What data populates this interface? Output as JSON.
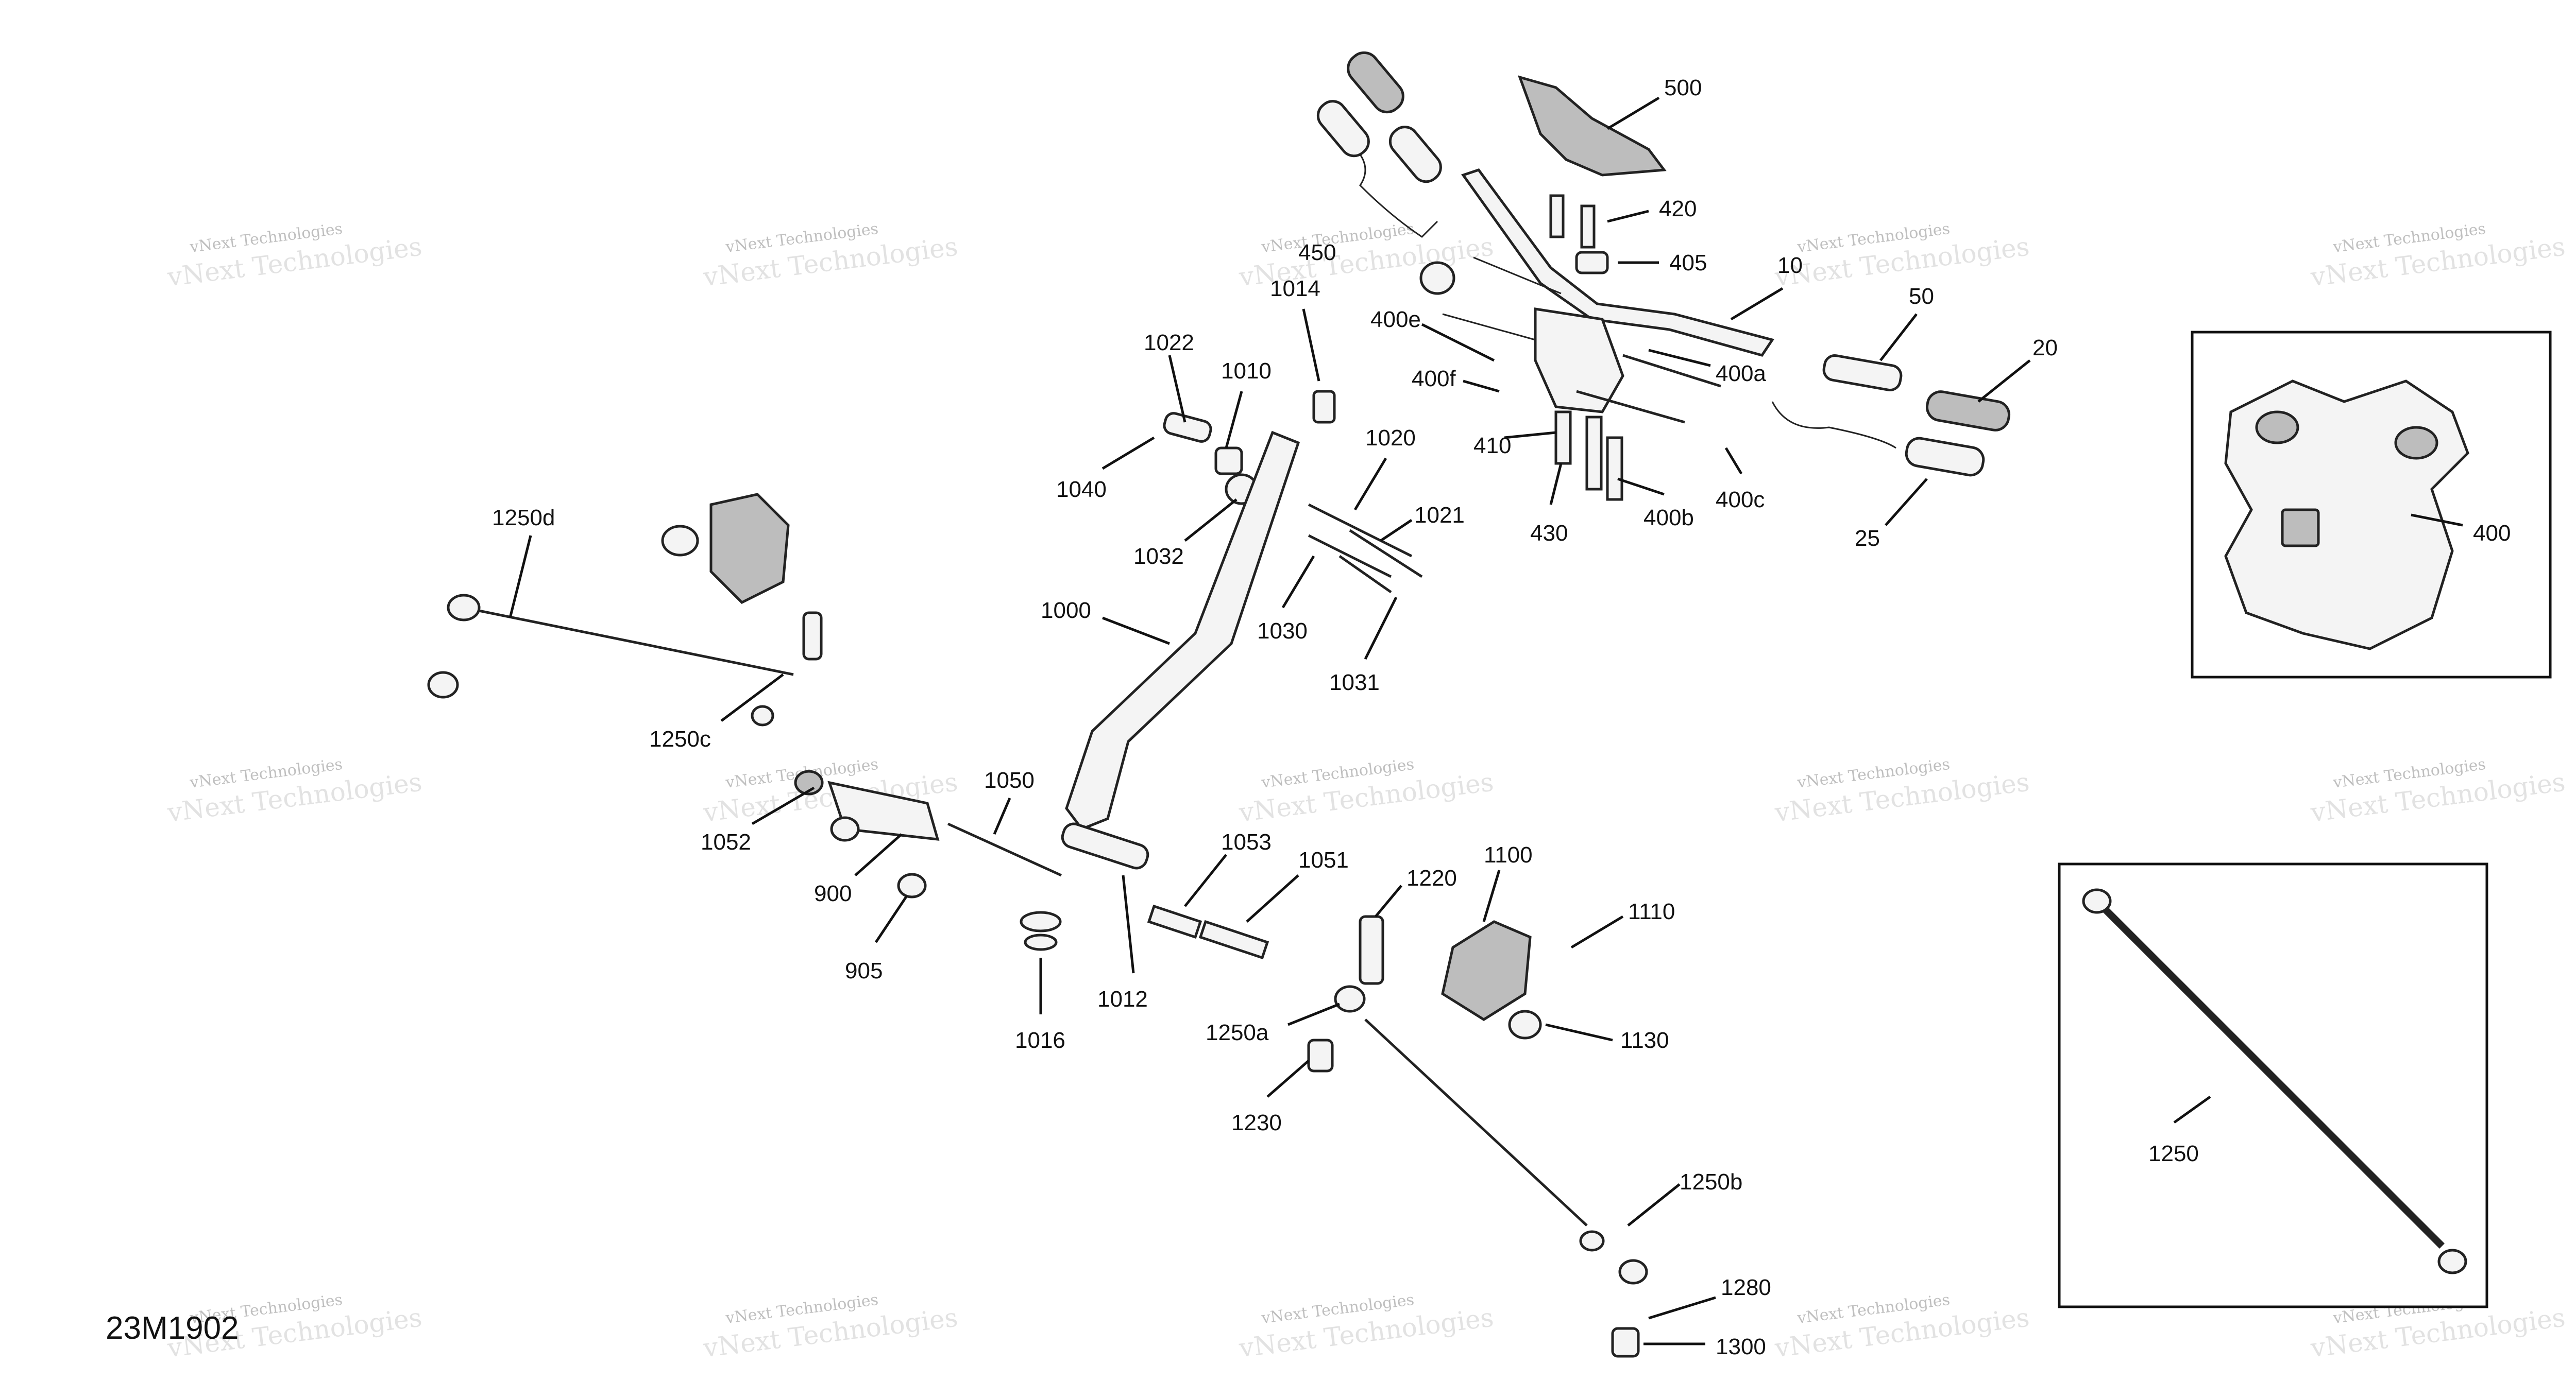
{
  "diagram": {
    "code": "23M1902",
    "watermark": {
      "line1": "vNext Technologies",
      "line2": "vNext Technologies"
    },
    "callouts": {
      "c500": "500",
      "c420": "420",
      "c405": "405",
      "c450": "450",
      "c10": "10",
      "c50": "50",
      "c20": "20",
      "c25": "25",
      "c1014": "1014",
      "c400e": "400e",
      "c400f": "400f",
      "c400a": "400a",
      "c410": "410",
      "c430": "430",
      "c400b": "400b",
      "c400c": "400c",
      "c1022": "1022",
      "c1010": "1010",
      "c1040": "1040",
      "c1020": "1020",
      "c1021": "1021",
      "c1032": "1032",
      "c1030": "1030",
      "c1031": "1031",
      "c1000": "1000",
      "c1250d": "1250d",
      "c1250c": "1250c",
      "c1052": "1052",
      "c1050": "1050",
      "c900": "900",
      "c905": "905",
      "c1053": "1053",
      "c1051": "1051",
      "c1012": "1012",
      "c1016": "1016",
      "c1220": "1220",
      "c1100": "1100",
      "c1110": "1110",
      "c1130": "1130",
      "c1250a": "1250a",
      "c1230": "1230",
      "c1250b": "1250b",
      "c1280": "1280",
      "c1300": "1300",
      "c400": "400",
      "c1250": "1250"
    }
  }
}
